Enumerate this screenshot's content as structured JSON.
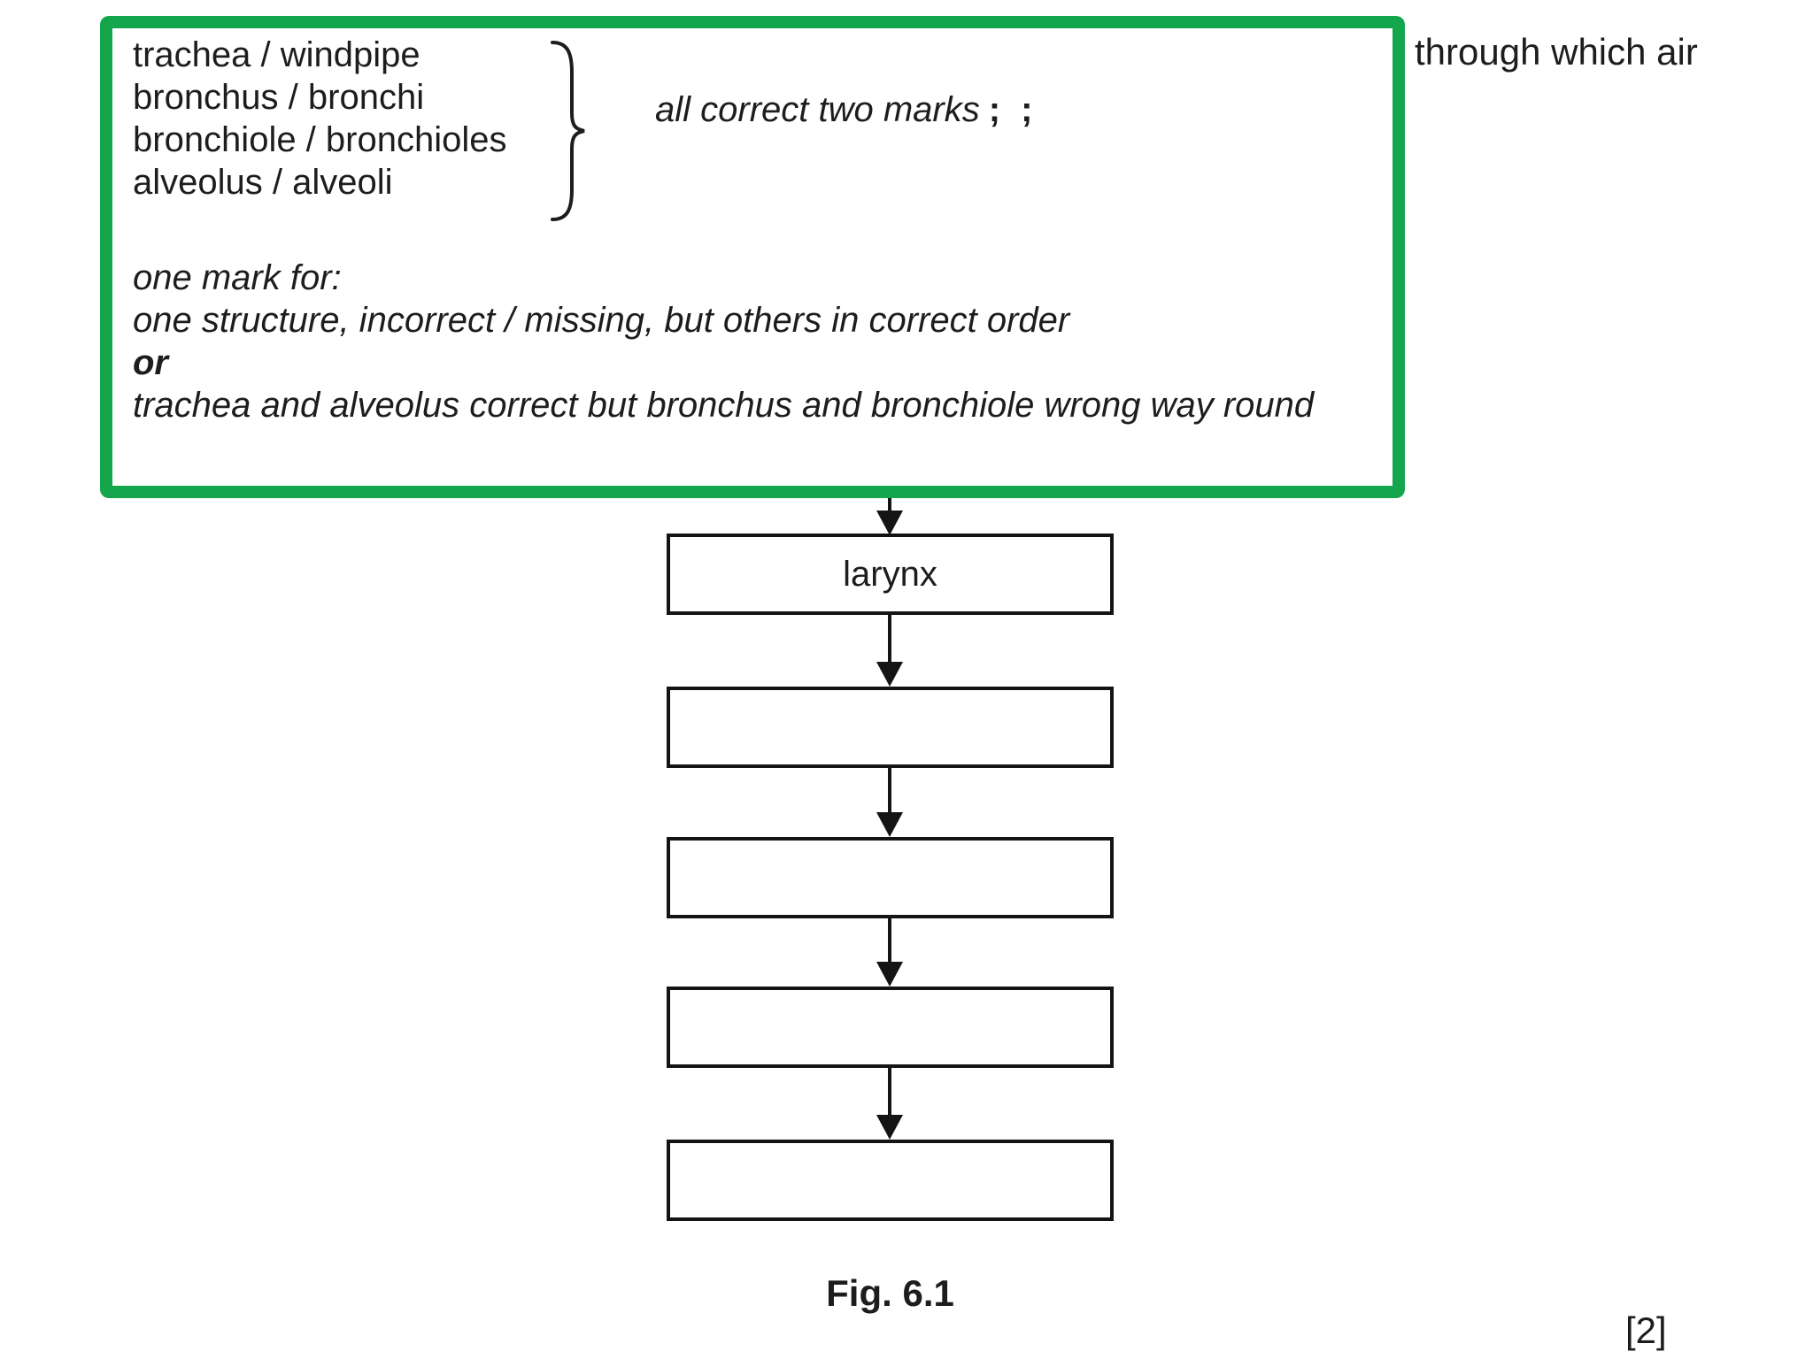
{
  "page": {
    "fragment_top_right": "through which air",
    "figure_caption": "Fig. 6.1",
    "marks_total": "[2]"
  },
  "mark_scheme": {
    "accent_color": "#14a64d",
    "structures": [
      "trachea / windpipe",
      "bronchus / bronchi",
      "bronchiole / bronchioles",
      "alveolus / alveoli"
    ],
    "brace_note": {
      "italic_text": "all correct two marks",
      "mark_ticks": "; ;"
    },
    "notes": [
      {
        "text": "one mark for:"
      },
      {
        "text": "one structure, incorrect / missing, but others in correct order"
      },
      {
        "text": "or"
      },
      {
        "text": "trachea and alveolus correct but bronchus and bronchiole wrong way round"
      }
    ]
  },
  "flowchart": {
    "boxes": [
      {
        "label": "larynx"
      },
      {
        "label": ""
      },
      {
        "label": ""
      },
      {
        "label": ""
      },
      {
        "label": ""
      }
    ]
  }
}
